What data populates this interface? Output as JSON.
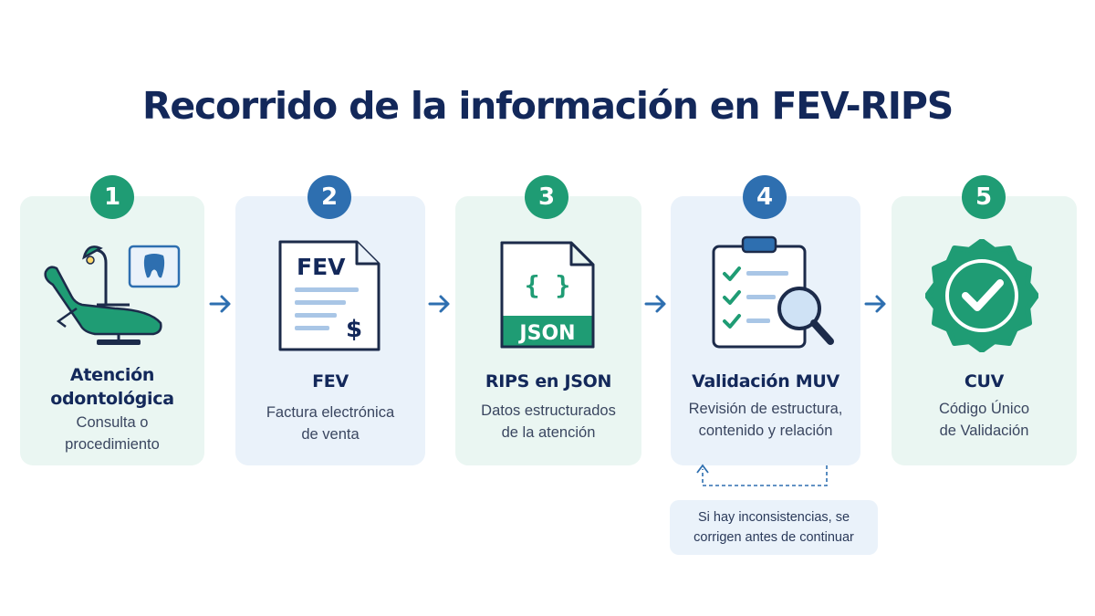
{
  "title": "Recorrido de la información en FEV-RIPS",
  "steps": [
    {
      "number": "1",
      "title_line1": "Atención",
      "title_line2": "odontológica",
      "desc_line1": "Consulta o",
      "desc_line2": "procedimiento",
      "theme": "green",
      "icon": "dental-chair-icon"
    },
    {
      "number": "2",
      "title_line1": "FEV",
      "title_line2": "",
      "desc_line1": "Factura electrónica",
      "desc_line2": "de venta",
      "theme": "blue",
      "icon": "invoice-document-icon",
      "icon_label": "FEV",
      "icon_symbol": "$"
    },
    {
      "number": "3",
      "title_line1": "RIPS en JSON",
      "title_line2": "",
      "desc_line1": "Datos estructurados",
      "desc_line2": "de la atención",
      "theme": "green",
      "icon": "json-file-icon",
      "icon_label": "JSON",
      "icon_symbol": "{ }"
    },
    {
      "number": "4",
      "title_line1": "Validación MUV",
      "title_line2": "",
      "desc_line1": "Revisión de estructura,",
      "desc_line2": "contenido y relación",
      "theme": "blue",
      "icon": "checklist-magnifier-icon"
    },
    {
      "number": "5",
      "title_line1": "CUV",
      "title_line2": "",
      "desc_line1": "Código Único",
      "desc_line2": "de Validación",
      "theme": "green",
      "icon": "seal-check-icon"
    }
  ],
  "note": {
    "line1": "Si hay inconsistencias, se",
    "line2": "corrigen antes de continuar"
  },
  "colors": {
    "green": "#1f9c74",
    "blue": "#2e6fb0",
    "navy": "#13285a",
    "green_bg": "#eaf6f2",
    "blue_bg": "#eaf2fa"
  }
}
